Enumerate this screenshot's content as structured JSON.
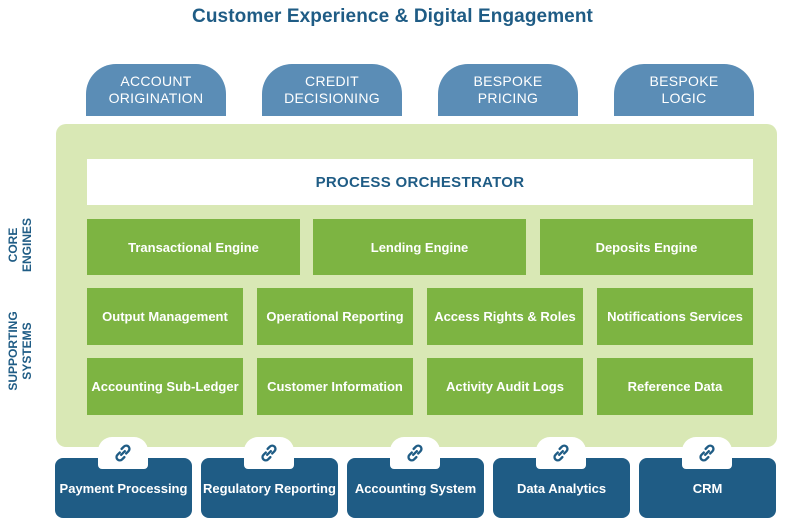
{
  "title": "Customer Experience & Digital Engagement",
  "tabs": [
    {
      "label": "ACCOUNT\nORIGINATION"
    },
    {
      "label": "CREDIT\nDECISIONING"
    },
    {
      "label": "BESPOKE\nPRICING"
    },
    {
      "label": "BESPOKE\nLOGIC"
    }
  ],
  "side_labels": {
    "core": "CORE\nENGINES",
    "supporting": "SUPPORTING\nSYSTEMS"
  },
  "orchestrator": "PROCESS ORCHESTRATOR",
  "core_engines": [
    {
      "label": "Transactional Engine"
    },
    {
      "label": "Lending Engine"
    },
    {
      "label": "Deposits Engine"
    }
  ],
  "supporting_systems": [
    {
      "label": "Output Management"
    },
    {
      "label": "Operational Reporting"
    },
    {
      "label": "Access Rights & Roles"
    },
    {
      "label": "Notifications Services"
    },
    {
      "label": "Accounting Sub-Ledger"
    },
    {
      "label": "Customer Information"
    },
    {
      "label": "Activity Audit Logs"
    },
    {
      "label": "Reference Data"
    }
  ],
  "integrations": [
    {
      "label": "Payment Processing",
      "icon": "link-icon"
    },
    {
      "label": "Regulatory Reporting",
      "icon": "link-icon"
    },
    {
      "label": "Accounting System",
      "icon": "link-icon"
    },
    {
      "label": "Data Analytics",
      "icon": "link-icon"
    },
    {
      "label": "CRM",
      "icon": "link-icon"
    }
  ],
  "colors": {
    "navy": "#1f5c85",
    "tab_blue": "#5b8db6",
    "green": "#7db442",
    "panel_green": "#d9e8b5"
  }
}
